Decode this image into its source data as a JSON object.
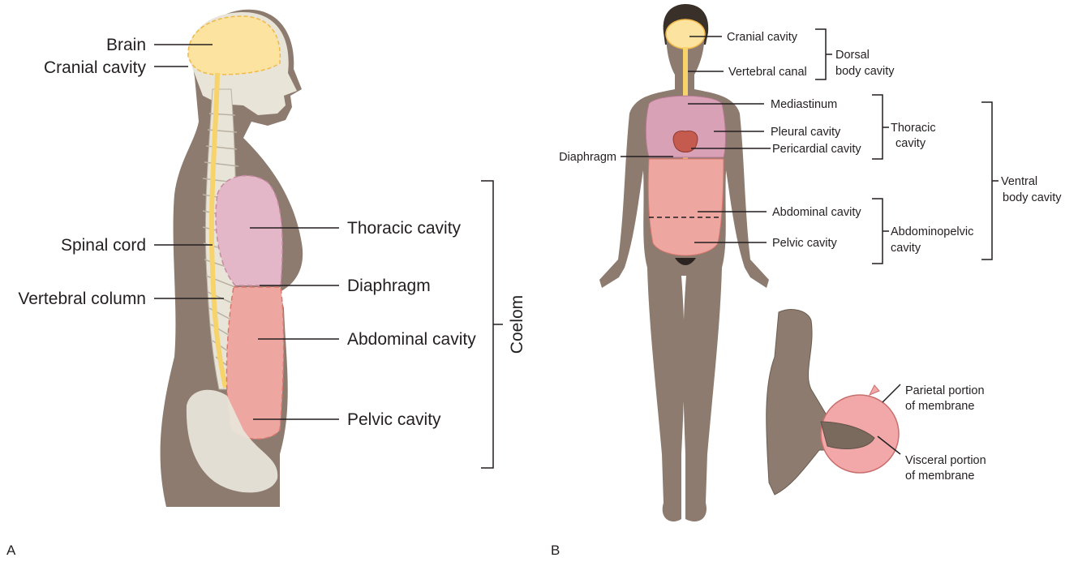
{
  "panel_a": {
    "letter": "A",
    "labels": {
      "brain": "Brain",
      "cranial_cavity": "Cranial cavity",
      "spinal_cord": "Spinal cord",
      "vertebral_column": "Vertebral column",
      "thoracic_cavity": "Thoracic cavity",
      "diaphragm": "Diaphragm",
      "abdominal_cavity": "Abdominal cavity",
      "pelvic_cavity": "Pelvic cavity",
      "coelom": "Coelom"
    }
  },
  "panel_b": {
    "letter": "B",
    "labels": {
      "cranial_cavity": "Cranial cavity",
      "vertebral_canal": "Vertebral canal",
      "dorsal_line1": "Dorsal",
      "dorsal_line2": "body cavity",
      "mediastinum": "Mediastinum",
      "pleural_cavity": "Pleural cavity",
      "pericardial_cavity": "Pericardial cavity",
      "diaphragm": "Diaphragm",
      "thoracic_line1": "Thoracic",
      "thoracic_line2": "cavity",
      "ventral_line1": "Ventral",
      "ventral_line2": "body cavity",
      "abdominal_cavity": "Abdominal cavity",
      "pelvic_cavity": "Pelvic cavity",
      "abdominopelvic_line1": "Abdominopelvic",
      "abdominopelvic_line2": "cavity",
      "parietal_line1": "Parietal portion",
      "parietal_line2": "of membrane",
      "visceral_line1": "Visceral portion",
      "visceral_line2": "of membrane"
    }
  },
  "colors": {
    "skin": "#8c7b6e",
    "skin_shadow": "#7a6a5e",
    "bone": "#e8e4d8",
    "cranial": "#fde3a0",
    "spinal": "#f7d36b",
    "thoracic": "#e4b7c8",
    "abdominal": "#eea7a0",
    "membrane": "#f2a8a8"
  }
}
